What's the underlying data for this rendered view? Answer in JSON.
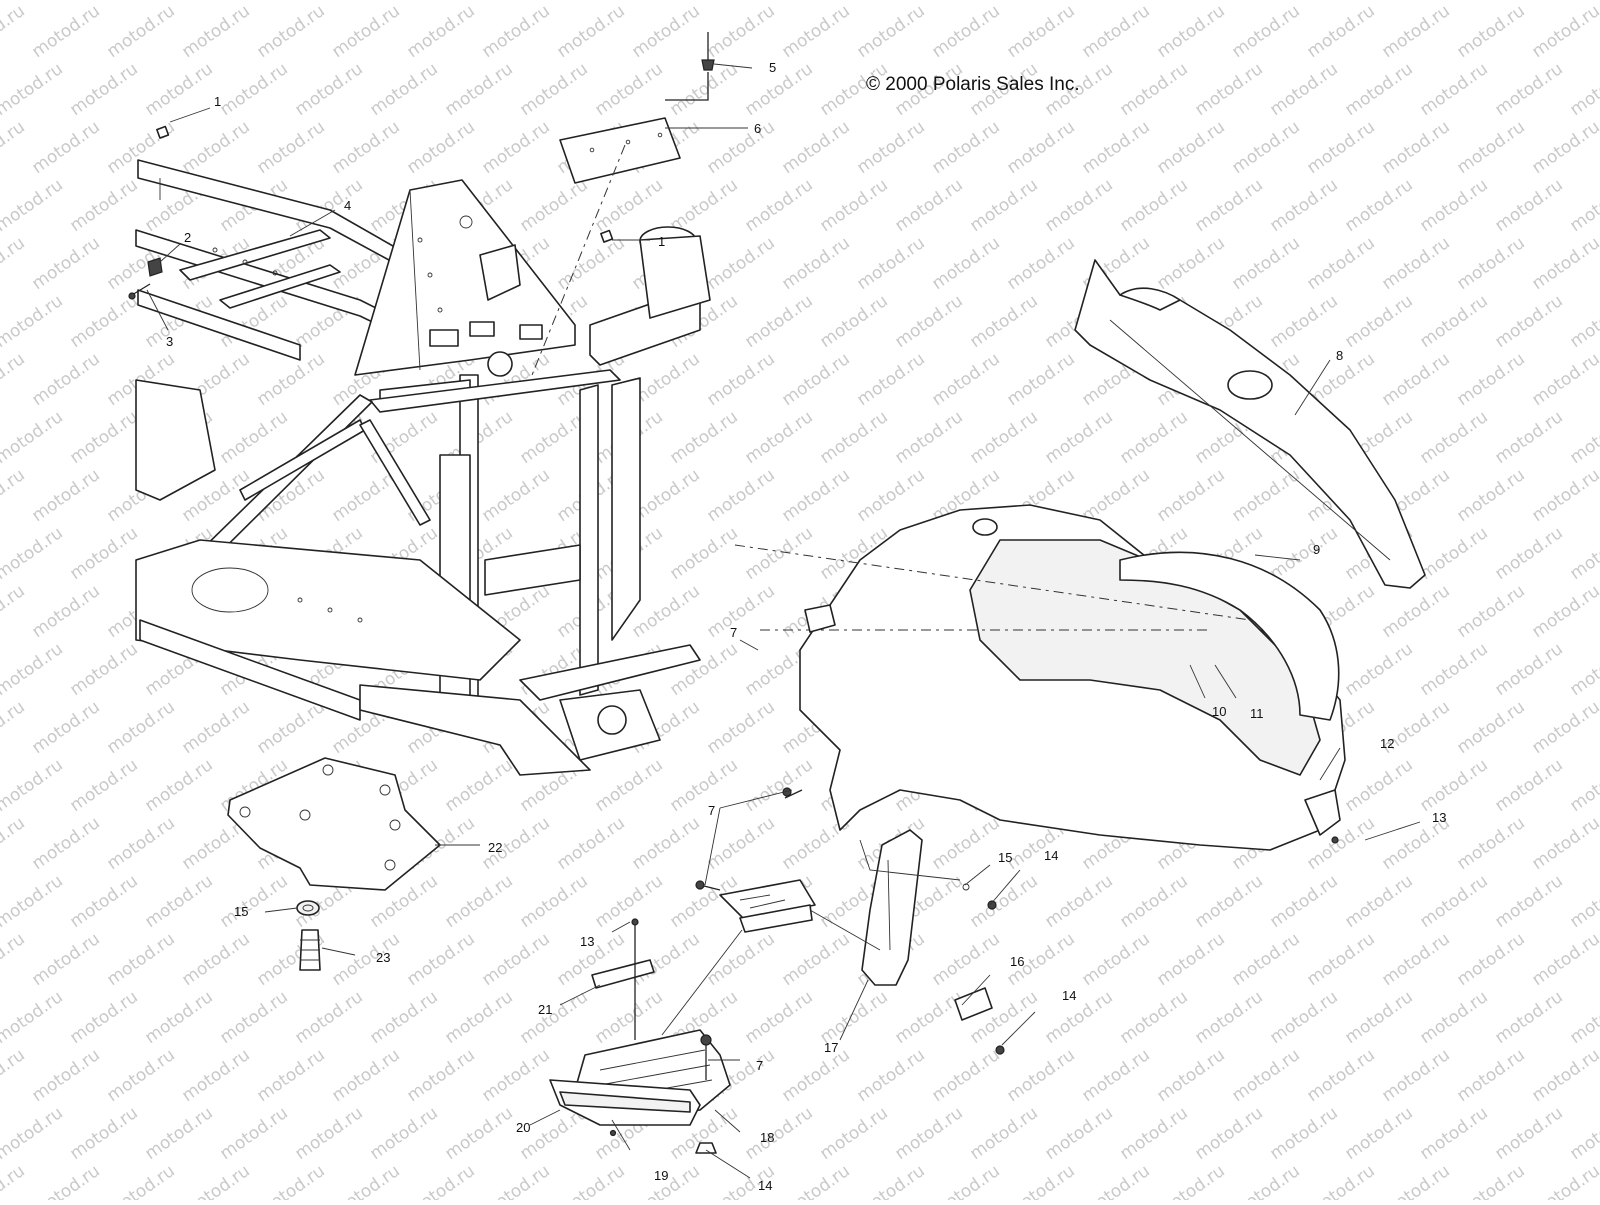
{
  "copyright": "© 2000 Polaris Sales Inc.",
  "watermark": "motod.ru",
  "callouts": {
    "c1a": "1",
    "c1b": "1",
    "c2": "2",
    "c3": "3",
    "c4": "4",
    "c5": "5",
    "c6": "6",
    "c7a": "7",
    "c7b": "7",
    "c7c": "7",
    "c8": "8",
    "c9": "9",
    "c10": "10",
    "c11": "11",
    "c12": "12",
    "c13a": "13",
    "c13b": "13",
    "c14a": "14",
    "c14b": "14",
    "c14c": "14",
    "c15a": "15",
    "c15b": "15",
    "c16": "16",
    "c17": "17",
    "c18": "18",
    "c19": "19",
    "c20": "20",
    "c21": "21",
    "c22": "22",
    "c23": "23"
  },
  "colors": {
    "ink": "#222222",
    "watermark": "#c9c9c9",
    "background": "#ffffff"
  }
}
